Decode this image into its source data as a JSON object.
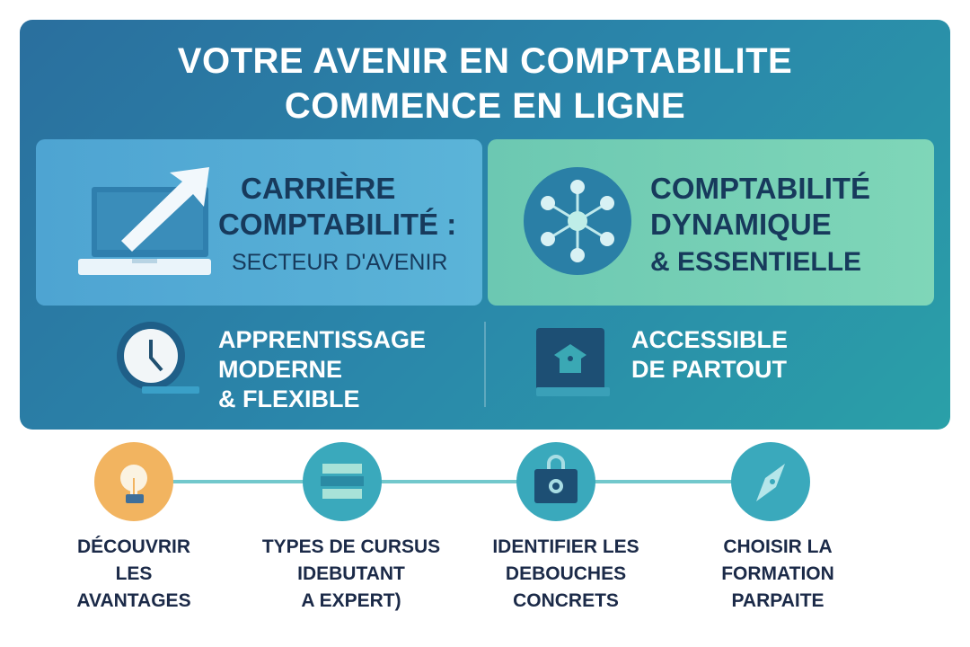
{
  "header": {
    "title_line1": "VOTRE AVENIR EN COMPTABILITE",
    "title_line2": "COMMENCE EN LIGNE"
  },
  "cards": [
    {
      "lines": [
        "CARRIÈRE",
        "COMPTABILITÉ :",
        "SECTEUR D'AVENIR"
      ],
      "icon": "laptop-growth-arrow-icon",
      "color": "#4fa8d4"
    },
    {
      "lines": [
        "COMPTABILITÉ",
        "DYNAMIQUE",
        "& ESSENTIELLE"
      ],
      "icon": "network-hub-icon",
      "color": "#72cfb4"
    }
  ],
  "features": [
    {
      "lines": [
        "APPRENTISSAGE",
        "MODERNE",
        "& FLEXIBLE"
      ],
      "icon": "clock-icon"
    },
    {
      "lines": [
        "ACCESSIBLE",
        "DE PARTOUT"
      ],
      "icon": "graduation-book-icon"
    }
  ],
  "steps": [
    {
      "lines": [
        "DÉCOUVRIR",
        "LES",
        "AVANTAGES"
      ],
      "icon": "lightbulb-icon",
      "color": "#f2b460"
    },
    {
      "lines": [
        "TYPES DE CURSUS",
        "IDEBUTANT",
        "A EXPERT)"
      ],
      "icon": "books-icon",
      "color": "#3aa9bc"
    },
    {
      "lines": [
        "IDENTIFIER LES",
        "DEBOUCHES",
        "CONCRETS"
      ],
      "icon": "briefcase-lock-icon",
      "color": "#3aa9bc"
    },
    {
      "lines": [
        "CHOISIR LA",
        "FORMATION",
        "PARPAITE"
      ],
      "icon": "compass-icon",
      "color": "#3aa9bc"
    }
  ]
}
